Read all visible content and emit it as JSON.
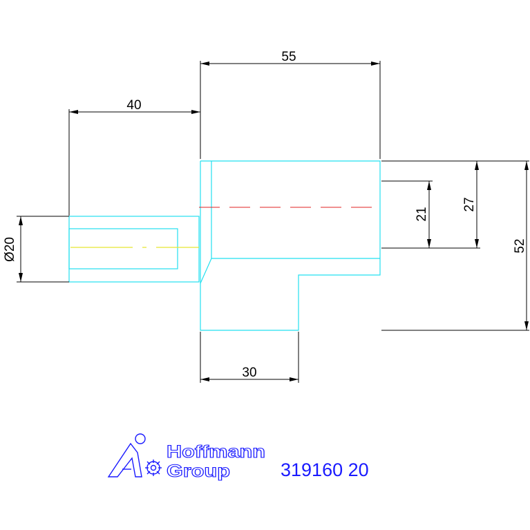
{
  "colors": {
    "background": "#ffffff",
    "outline": "#22e0f0",
    "dimension": "#000000",
    "centerline_red": "#e02020",
    "centerline_yellow": "#e8e830",
    "brand": "#1a1aff"
  },
  "dimensions": {
    "length_right": "55",
    "length_left": "40",
    "diameter": "Ø20",
    "step_width": "30",
    "height_inner": "21",
    "height_mid": "27",
    "height_total": "52"
  },
  "logo": {
    "name_line1": "Hoffmann",
    "name_line2": "Group",
    "icon": "hoffmann-logo-icon"
  },
  "part_number": "319160 20"
}
